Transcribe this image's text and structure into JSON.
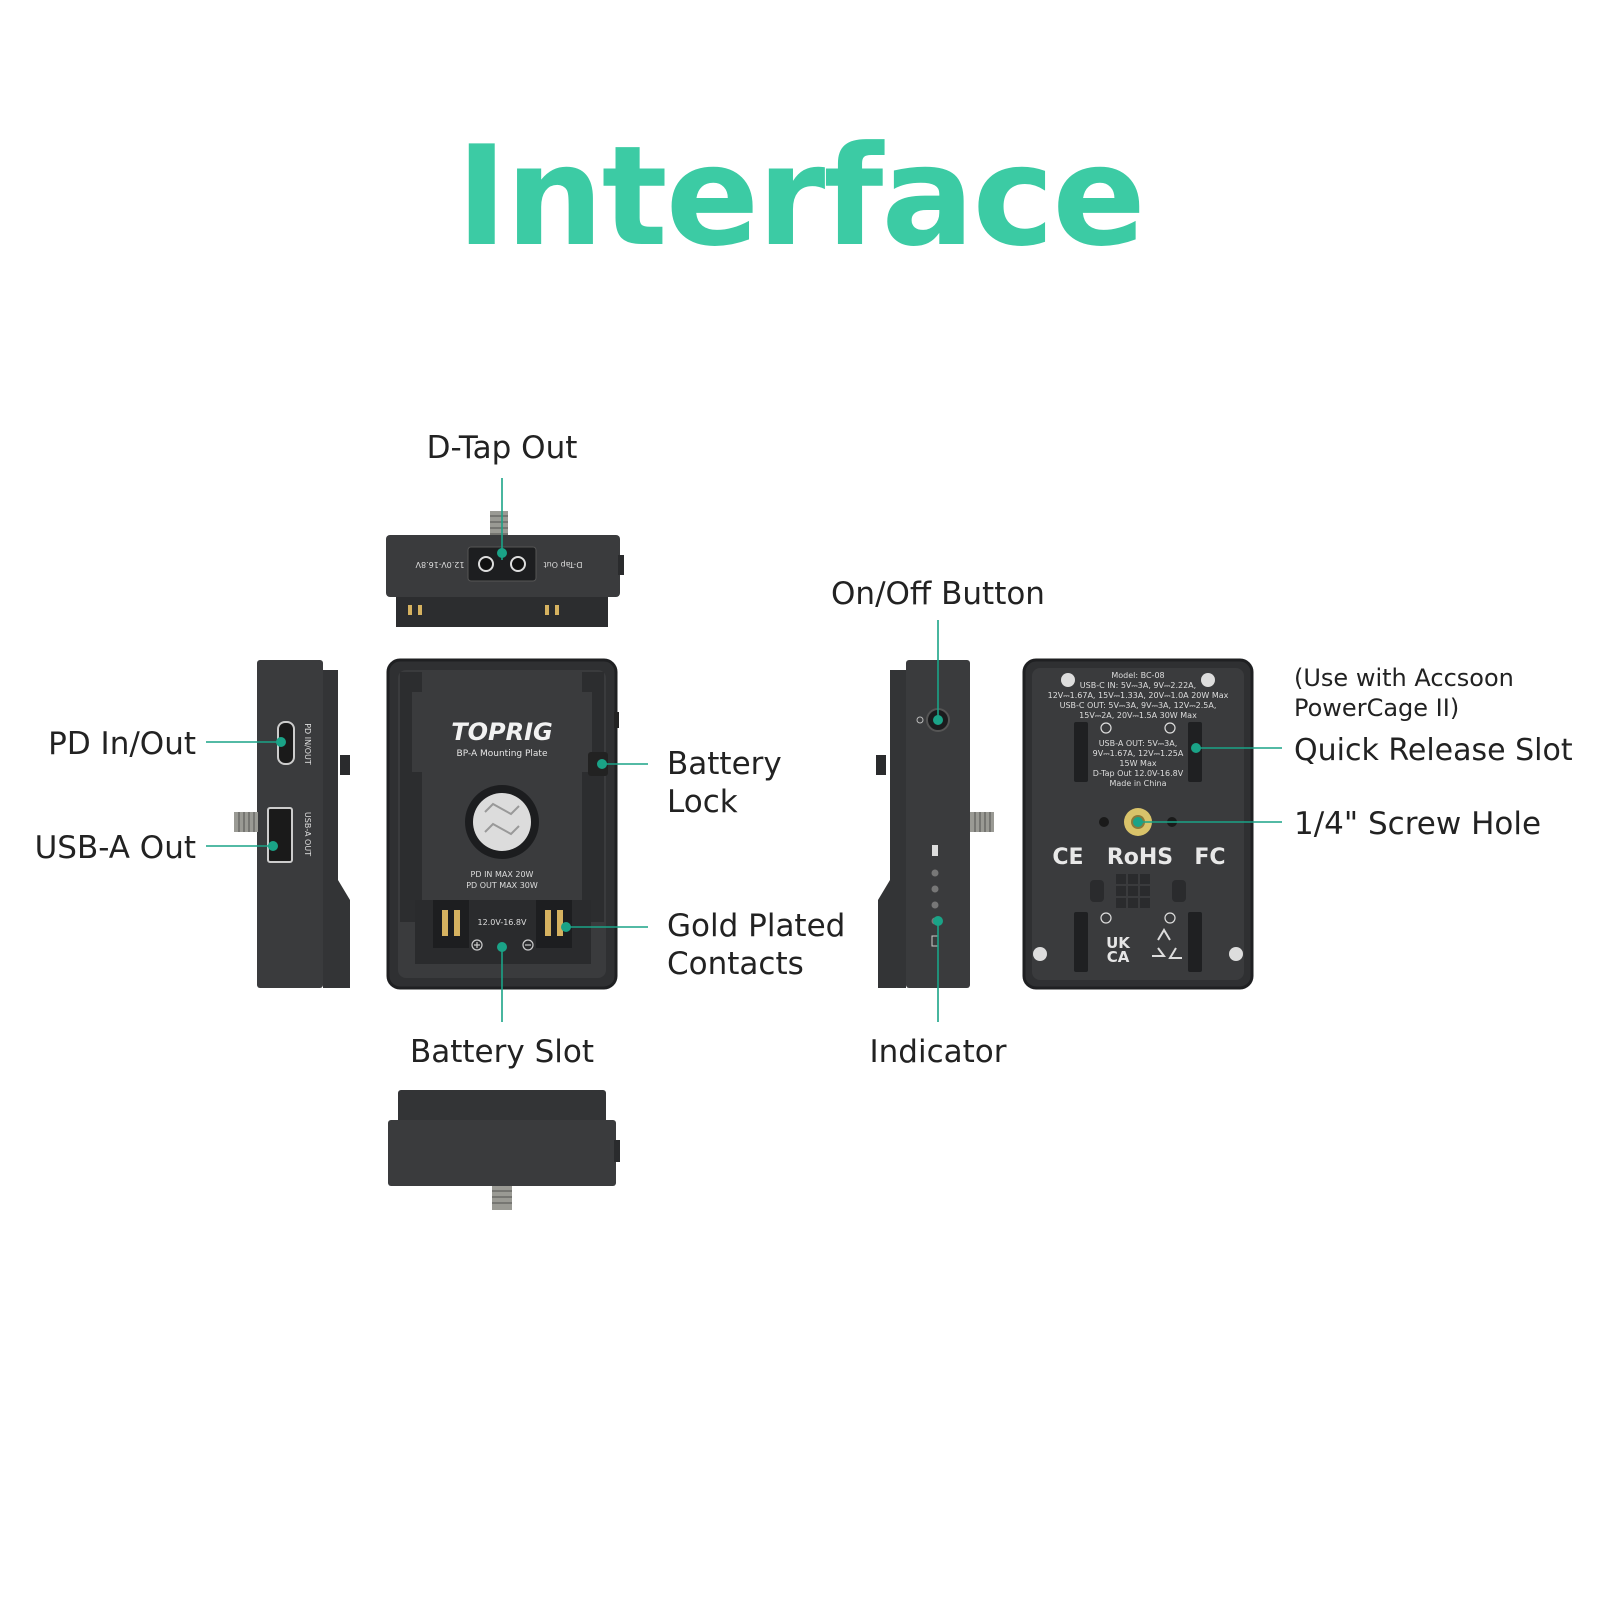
{
  "title": "Interface",
  "colors": {
    "accent": "#3ccba4",
    "device": "#3a3b3d",
    "device_dark": "#2a2b2d",
    "leader": "#1aa387"
  },
  "callouts": {
    "d_tap_out": "D-Tap Out",
    "on_off_button": "On/Off Button",
    "pd_in_out": "PD In/Out",
    "usb_a_out": "USB-A Out",
    "battery_lock": [
      "Battery",
      "Lock"
    ],
    "gold_plated_contacts": [
      "Gold Plated",
      "Contacts"
    ],
    "battery_slot": "Battery Slot",
    "indicator": "Indicator",
    "quick_release_note": [
      "(Use with Accsoon",
      "PowerCage II)"
    ],
    "quick_release_slot": "Quick Release Slot",
    "screw_hole": "1/4\" Screw Hole"
  },
  "device_markings": {
    "brand": "TOPRIG",
    "model_name": "BP-A Mounting Plate",
    "pd_power": [
      "PD IN MAX 20W",
      "PD OUT MAX 30W"
    ],
    "contacts_voltage": "12.0V-16.8V",
    "top_dtap_label": "D-Tap Out",
    "top_voltage_label": "12.0V-16.8V",
    "side_pd_label": "PD IN/OUT",
    "side_usb_label": "USB-A OUT",
    "back_specs": [
      "Model: BC-08",
      "USB-C IN: 5V⎓3A, 9V⎓2.22A,",
      "12V⎓1.67A, 15V⎓1.33A, 20V⎓1.0A  20W Max",
      "USB-C OUT: 5V⎓3A, 9V⎓3A, 12V⎓2.5A,",
      "15V⎓2A, 20V⎓1.5A  30W Max"
    ],
    "back_specs_2": [
      "USB-A OUT: 5V⎓3A,",
      "9V⎓1.67A, 12V⎓1.25A",
      "15W Max",
      "D-Tap Out 12.0V-16.8V",
      "Made in China"
    ],
    "cert_ce": "CE",
    "cert_rohs": "RoHS",
    "cert_fc": "FC",
    "cert_ukca": [
      "UK",
      "CA"
    ]
  }
}
